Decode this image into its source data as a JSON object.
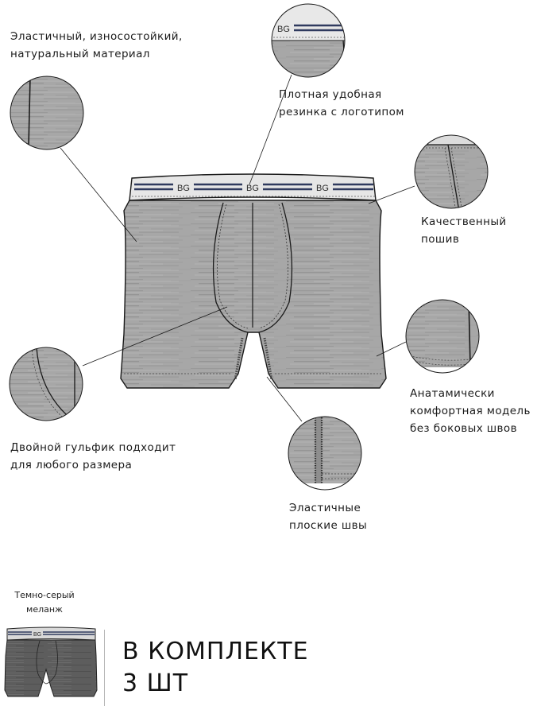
{
  "annotations": {
    "material": [
      "Эластичный, износостойкий,",
      "натуральный материал"
    ],
    "waistband": [
      "Плотная  удобная",
      "резинка с логотипом"
    ],
    "stitching": [
      "Качественный",
      "пошив"
    ],
    "anatomic": [
      "Анатамически",
      "комфортная модель",
      "без боковых швов"
    ],
    "pouch": [
      "Двойной гульфик подходит",
      "для любого размера"
    ],
    "flat_seams": [
      "Эластичные",
      "плоские швы"
    ]
  },
  "logo": "BG",
  "variant": {
    "color_name": [
      "Темно-серый",
      "меланж"
    ]
  },
  "package": [
    "В КОМПЛЕКТЕ",
    "3 ШТ"
  ],
  "colors": {
    "fabric": "#a9a9a9",
    "fabric_dark": "#5a5a5a",
    "band_stripe": "#2f3a5e",
    "outline": "#1a1a1a"
  }
}
